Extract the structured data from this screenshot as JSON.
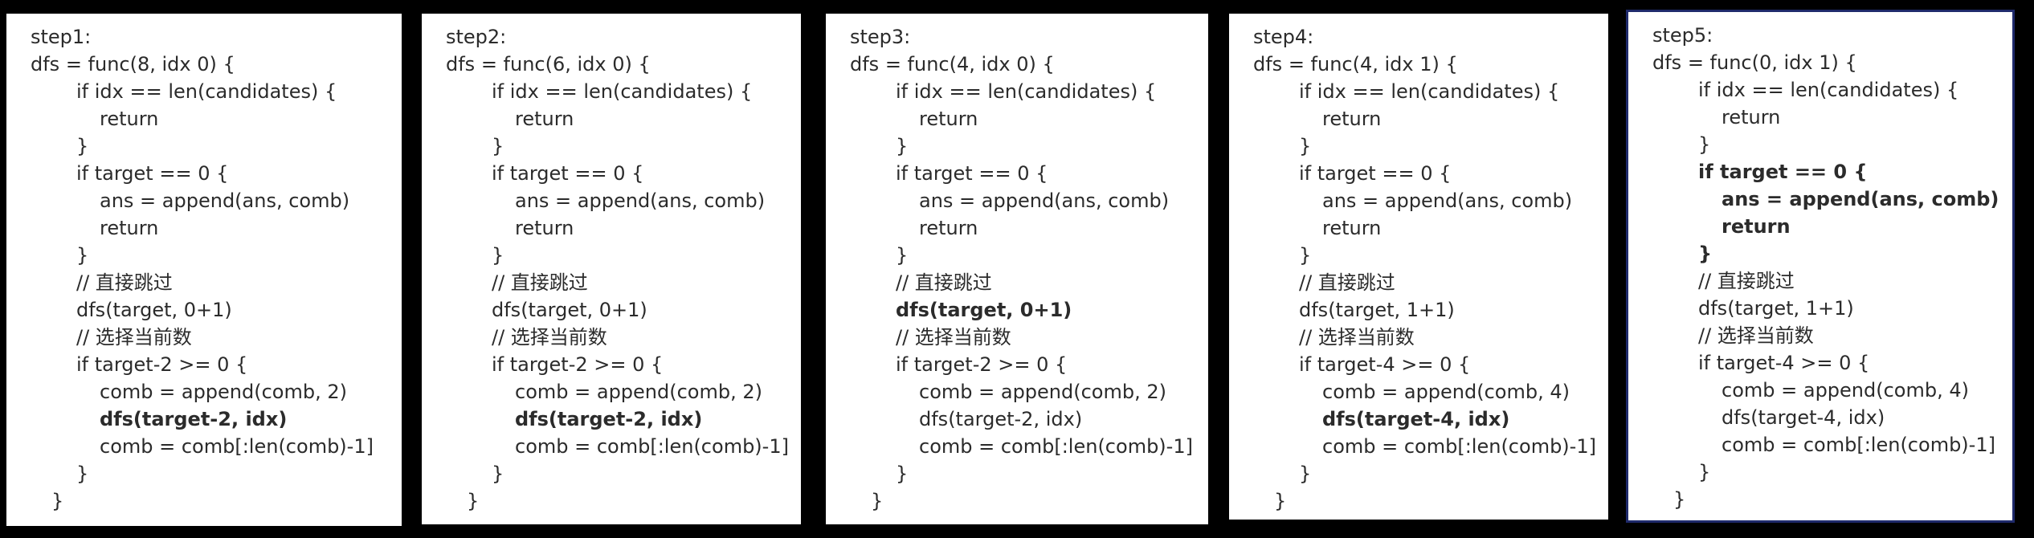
{
  "panels": [
    {
      "step": "step1:",
      "highlighted": false,
      "lines": [
        {
          "indent": 0,
          "text": "dfs = func(8, idx 0) {",
          "bold": false
        },
        {
          "indent": 2,
          "text": "if idx == len(candidates) {",
          "bold": false
        },
        {
          "indent": 3,
          "text": "return",
          "bold": false
        },
        {
          "indent": 2,
          "text": "}",
          "bold": false
        },
        {
          "indent": 2,
          "text": "if target == 0 {",
          "bold": false
        },
        {
          "indent": 3,
          "text": "ans = append(ans, comb)",
          "bold": false
        },
        {
          "indent": 3,
          "text": "return",
          "bold": false
        },
        {
          "indent": 2,
          "text": "}",
          "bold": false
        },
        {
          "indent": 2,
          "text": "// 直接跳过",
          "bold": false
        },
        {
          "indent": 2,
          "text": "dfs(target, 0+1)",
          "bold": false
        },
        {
          "indent": 2,
          "text": "// 选择当前数",
          "bold": false
        },
        {
          "indent": 2,
          "text": "if target-2 >= 0 {",
          "bold": false
        },
        {
          "indent": 3,
          "text": "comb = append(comb, 2)",
          "bold": false
        },
        {
          "indent": 3,
          "text": "dfs(target-2, idx)",
          "bold": true
        },
        {
          "indent": 3,
          "text": "comb = comb[:len(comb)-1]",
          "bold": false
        },
        {
          "indent": 2,
          "text": "}",
          "bold": false
        },
        {
          "indent": 1,
          "text": "}",
          "bold": false
        }
      ]
    },
    {
      "step": "step2:",
      "highlighted": false,
      "lines": [
        {
          "indent": 0,
          "text": "dfs = func(6, idx 0) {",
          "bold": false
        },
        {
          "indent": 2,
          "text": "if idx == len(candidates) {",
          "bold": false
        },
        {
          "indent": 3,
          "text": "return",
          "bold": false
        },
        {
          "indent": 2,
          "text": "}",
          "bold": false
        },
        {
          "indent": 2,
          "text": "if target == 0 {",
          "bold": false
        },
        {
          "indent": 3,
          "text": "ans = append(ans, comb)",
          "bold": false
        },
        {
          "indent": 3,
          "text": "return",
          "bold": false
        },
        {
          "indent": 2,
          "text": "}",
          "bold": false
        },
        {
          "indent": 2,
          "text": "// 直接跳过",
          "bold": false
        },
        {
          "indent": 2,
          "text": "dfs(target, 0+1)",
          "bold": false
        },
        {
          "indent": 2,
          "text": "// 选择当前数",
          "bold": false
        },
        {
          "indent": 2,
          "text": "if target-2 >= 0 {",
          "bold": false
        },
        {
          "indent": 3,
          "text": "comb = append(comb, 2)",
          "bold": false
        },
        {
          "indent": 3,
          "text": "dfs(target-2, idx)",
          "bold": true
        },
        {
          "indent": 3,
          "text": "comb = comb[:len(comb)-1]",
          "bold": false
        },
        {
          "indent": 2,
          "text": "}",
          "bold": false
        },
        {
          "indent": 1,
          "text": "}",
          "bold": false
        }
      ]
    },
    {
      "step": "step3:",
      "highlighted": false,
      "lines": [
        {
          "indent": 0,
          "text": "dfs = func(4, idx 0) {",
          "bold": false
        },
        {
          "indent": 2,
          "text": "if idx == len(candidates) {",
          "bold": false
        },
        {
          "indent": 3,
          "text": "return",
          "bold": false
        },
        {
          "indent": 2,
          "text": "}",
          "bold": false
        },
        {
          "indent": 2,
          "text": "if target == 0 {",
          "bold": false
        },
        {
          "indent": 3,
          "text": "ans = append(ans, comb)",
          "bold": false
        },
        {
          "indent": 3,
          "text": "return",
          "bold": false
        },
        {
          "indent": 2,
          "text": "}",
          "bold": false
        },
        {
          "indent": 2,
          "text": "// 直接跳过",
          "bold": false
        },
        {
          "indent": 2,
          "text": "dfs(target, 0+1)",
          "bold": true
        },
        {
          "indent": 2,
          "text": "// 选择当前数",
          "bold": false
        },
        {
          "indent": 2,
          "text": "if target-2 >= 0 {",
          "bold": false
        },
        {
          "indent": 3,
          "text": "comb = append(comb, 2)",
          "bold": false
        },
        {
          "indent": 3,
          "text": "dfs(target-2, idx)",
          "bold": false
        },
        {
          "indent": 3,
          "text": "comb = comb[:len(comb)-1]",
          "bold": false
        },
        {
          "indent": 2,
          "text": "}",
          "bold": false
        },
        {
          "indent": 1,
          "text": "}",
          "bold": false
        }
      ]
    },
    {
      "step": "step4:",
      "highlighted": false,
      "lines": [
        {
          "indent": 0,
          "text": "dfs = func(4, idx 1) {",
          "bold": false
        },
        {
          "indent": 2,
          "text": "if idx == len(candidates) {",
          "bold": false
        },
        {
          "indent": 3,
          "text": "return",
          "bold": false
        },
        {
          "indent": 2,
          "text": "}",
          "bold": false
        },
        {
          "indent": 2,
          "text": "if target == 0 {",
          "bold": false
        },
        {
          "indent": 3,
          "text": "ans = append(ans, comb)",
          "bold": false
        },
        {
          "indent": 3,
          "text": "return",
          "bold": false
        },
        {
          "indent": 2,
          "text": "}",
          "bold": false
        },
        {
          "indent": 2,
          "text": "// 直接跳过",
          "bold": false
        },
        {
          "indent": 2,
          "text": "dfs(target, 1+1)",
          "bold": false
        },
        {
          "indent": 2,
          "text": "// 选择当前数",
          "bold": false
        },
        {
          "indent": 2,
          "text": "if target-4 >= 0 {",
          "bold": false
        },
        {
          "indent": 3,
          "text": "comb = append(comb, 4)",
          "bold": false
        },
        {
          "indent": 3,
          "text": "dfs(target-4, idx)",
          "bold": true
        },
        {
          "indent": 3,
          "text": "comb = comb[:len(comb)-1]",
          "bold": false
        },
        {
          "indent": 2,
          "text": "}",
          "bold": false
        },
        {
          "indent": 1,
          "text": "}",
          "bold": false
        }
      ]
    },
    {
      "step": "step5:",
      "highlighted": true,
      "lines": [
        {
          "indent": 0,
          "text": "dfs = func(0, idx 1) {",
          "bold": false
        },
        {
          "indent": 2,
          "text": "if idx == len(candidates) {",
          "bold": false
        },
        {
          "indent": 3,
          "text": "return",
          "bold": false
        },
        {
          "indent": 2,
          "text": "}",
          "bold": false
        },
        {
          "indent": 2,
          "text": "if target == 0 {",
          "bold": true
        },
        {
          "indent": 3,
          "text": "ans = append(ans, comb)",
          "bold": true
        },
        {
          "indent": 3,
          "text": "return",
          "bold": true
        },
        {
          "indent": 2,
          "text": "}",
          "bold": true
        },
        {
          "indent": 2,
          "text": "// 直接跳过",
          "bold": false
        },
        {
          "indent": 2,
          "text": "dfs(target, 1+1)",
          "bold": false
        },
        {
          "indent": 2,
          "text": "// 选择当前数",
          "bold": false
        },
        {
          "indent": 2,
          "text": "if target-4 >= 0 {",
          "bold": false
        },
        {
          "indent": 3,
          "text": "comb = append(comb, 4)",
          "bold": false
        },
        {
          "indent": 3,
          "text": "dfs(target-4, idx)",
          "bold": false
        },
        {
          "indent": 3,
          "text": "comb = comb[:len(comb)-1]",
          "bold": false
        },
        {
          "indent": 2,
          "text": "}",
          "bold": false
        },
        {
          "indent": 1,
          "text": "}",
          "bold": false
        }
      ]
    }
  ]
}
